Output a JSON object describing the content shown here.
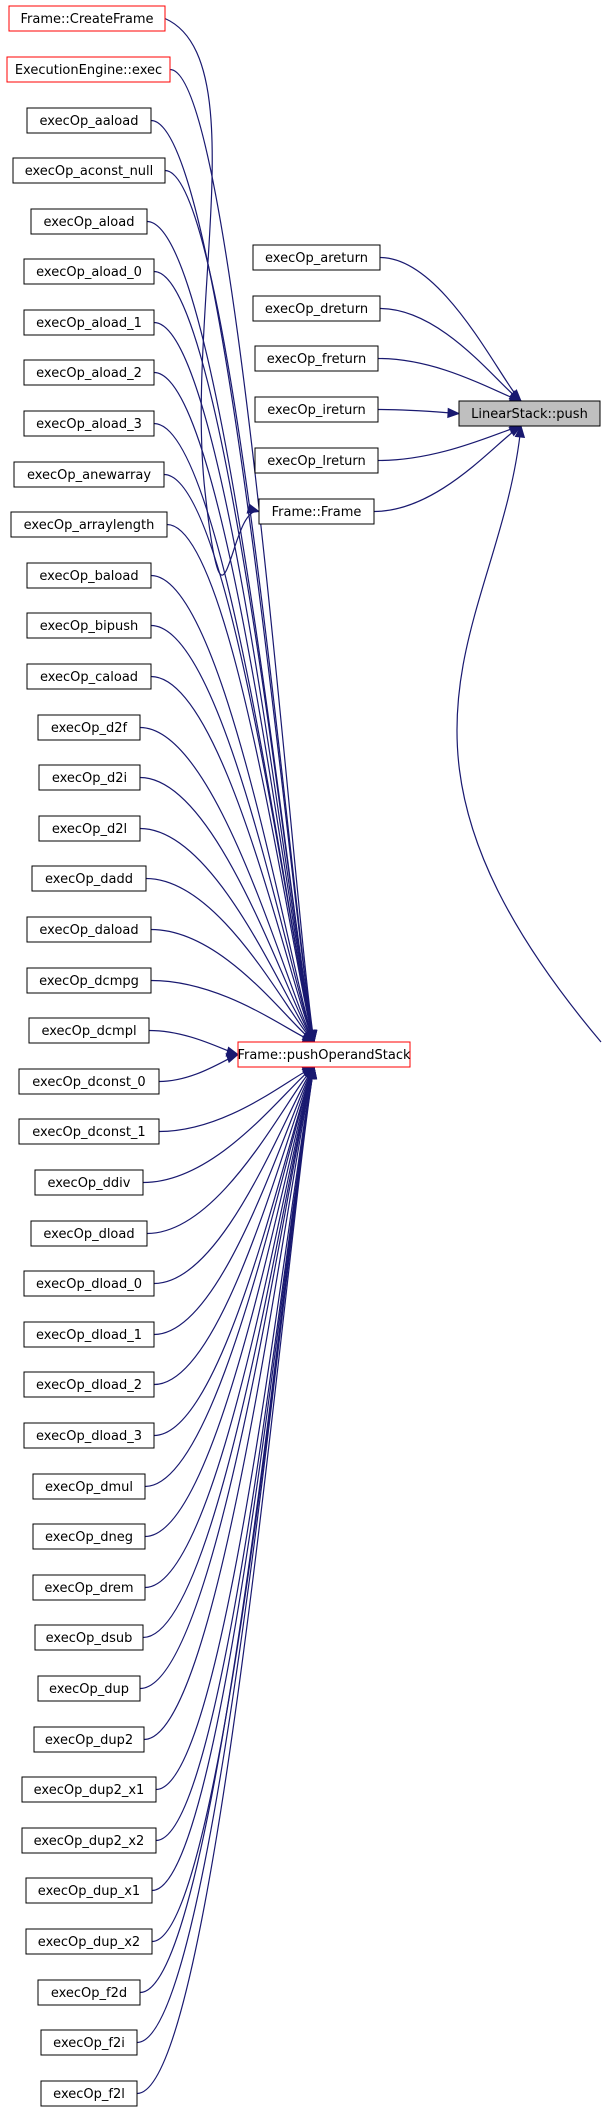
{
  "colors": {
    "edge": "#191970",
    "highlight_border": "#ff0000",
    "target_fill": "#bfbfbf"
  },
  "target": {
    "id": "push",
    "label": "LinearStack::push"
  },
  "nodes": [
    {
      "id": "createframe",
      "label": "Frame::CreateFrame",
      "style": "red"
    },
    {
      "id": "exec",
      "label": "ExecutionEngine::exec",
      "style": "red"
    },
    {
      "id": "aaload",
      "label": "execOp_aaload"
    },
    {
      "id": "aconst_null",
      "label": "execOp_aconst_null"
    },
    {
      "id": "aload",
      "label": "execOp_aload"
    },
    {
      "id": "aload_0",
      "label": "execOp_aload_0"
    },
    {
      "id": "aload_1",
      "label": "execOp_aload_1"
    },
    {
      "id": "aload_2",
      "label": "execOp_aload_2"
    },
    {
      "id": "aload_3",
      "label": "execOp_aload_3"
    },
    {
      "id": "anewarray",
      "label": "execOp_anewarray"
    },
    {
      "id": "arraylength",
      "label": "execOp_arraylength"
    },
    {
      "id": "baload",
      "label": "execOp_baload"
    },
    {
      "id": "bipush",
      "label": "execOp_bipush"
    },
    {
      "id": "caload",
      "label": "execOp_caload"
    },
    {
      "id": "d2f",
      "label": "execOp_d2f"
    },
    {
      "id": "d2i",
      "label": "execOp_d2i"
    },
    {
      "id": "d2l",
      "label": "execOp_d2l"
    },
    {
      "id": "dadd",
      "label": "execOp_dadd"
    },
    {
      "id": "daload",
      "label": "execOp_daload"
    },
    {
      "id": "dcmpg",
      "label": "execOp_dcmpg"
    },
    {
      "id": "dcmpl",
      "label": "execOp_dcmpl"
    },
    {
      "id": "dconst_0",
      "label": "execOp_dconst_0"
    },
    {
      "id": "dconst_1",
      "label": "execOp_dconst_1"
    },
    {
      "id": "ddiv",
      "label": "execOp_ddiv"
    },
    {
      "id": "dload",
      "label": "execOp_dload"
    },
    {
      "id": "dload_0",
      "label": "execOp_dload_0"
    },
    {
      "id": "dload_1",
      "label": "execOp_dload_1"
    },
    {
      "id": "dload_2",
      "label": "execOp_dload_2"
    },
    {
      "id": "dload_3",
      "label": "execOp_dload_3"
    },
    {
      "id": "dmul",
      "label": "execOp_dmul"
    },
    {
      "id": "dneg",
      "label": "execOp_dneg"
    },
    {
      "id": "drem",
      "label": "execOp_drem"
    },
    {
      "id": "dsub",
      "label": "execOp_dsub"
    },
    {
      "id": "dup",
      "label": "execOp_dup"
    },
    {
      "id": "dup2",
      "label": "execOp_dup2"
    },
    {
      "id": "dup2_x1",
      "label": "execOp_dup2_x1"
    },
    {
      "id": "dup2_x2",
      "label": "execOp_dup2_x2"
    },
    {
      "id": "dup_x1",
      "label": "execOp_dup_x1"
    },
    {
      "id": "dup_x2",
      "label": "execOp_dup_x2"
    },
    {
      "id": "f2d",
      "label": "execOp_f2d"
    },
    {
      "id": "f2i",
      "label": "execOp_f2i"
    },
    {
      "id": "f2l",
      "label": "execOp_f2l"
    },
    {
      "id": "areturn",
      "label": "execOp_areturn"
    },
    {
      "id": "dreturn",
      "label": "execOp_dreturn"
    },
    {
      "id": "freturn",
      "label": "execOp_freturn"
    },
    {
      "id": "ireturn",
      "label": "execOp_ireturn"
    },
    {
      "id": "lreturn",
      "label": "execOp_lreturn"
    },
    {
      "id": "frame_ctor",
      "label": "Frame::Frame"
    },
    {
      "id": "pushoperand",
      "label": "Frame::pushOperandStack",
      "style": "red"
    }
  ],
  "edges": [
    [
      "createframe",
      "frame_ctor"
    ],
    [
      "exec",
      "pushoperand"
    ],
    [
      "aaload",
      "pushoperand"
    ],
    [
      "aconst_null",
      "pushoperand"
    ],
    [
      "aload",
      "pushoperand"
    ],
    [
      "aload_0",
      "pushoperand"
    ],
    [
      "aload_1",
      "pushoperand"
    ],
    [
      "aload_2",
      "pushoperand"
    ],
    [
      "aload_3",
      "pushoperand"
    ],
    [
      "anewarray",
      "pushoperand"
    ],
    [
      "arraylength",
      "pushoperand"
    ],
    [
      "baload",
      "pushoperand"
    ],
    [
      "bipush",
      "pushoperand"
    ],
    [
      "caload",
      "pushoperand"
    ],
    [
      "d2f",
      "pushoperand"
    ],
    [
      "d2i",
      "pushoperand"
    ],
    [
      "d2l",
      "pushoperand"
    ],
    [
      "dadd",
      "pushoperand"
    ],
    [
      "daload",
      "pushoperand"
    ],
    [
      "dcmpg",
      "pushoperand"
    ],
    [
      "dcmpl",
      "pushoperand"
    ],
    [
      "dconst_0",
      "pushoperand"
    ],
    [
      "dconst_1",
      "pushoperand"
    ],
    [
      "ddiv",
      "pushoperand"
    ],
    [
      "dload",
      "pushoperand"
    ],
    [
      "dload_0",
      "pushoperand"
    ],
    [
      "dload_1",
      "pushoperand"
    ],
    [
      "dload_2",
      "pushoperand"
    ],
    [
      "dload_3",
      "pushoperand"
    ],
    [
      "dmul",
      "pushoperand"
    ],
    [
      "dneg",
      "pushoperand"
    ],
    [
      "drem",
      "pushoperand"
    ],
    [
      "dsub",
      "pushoperand"
    ],
    [
      "dup",
      "pushoperand"
    ],
    [
      "dup2",
      "pushoperand"
    ],
    [
      "dup2_x1",
      "pushoperand"
    ],
    [
      "dup2_x2",
      "pushoperand"
    ],
    [
      "dup_x1",
      "pushoperand"
    ],
    [
      "dup_x2",
      "pushoperand"
    ],
    [
      "f2d",
      "pushoperand"
    ],
    [
      "f2i",
      "pushoperand"
    ],
    [
      "f2l",
      "pushoperand"
    ],
    [
      "areturn",
      "push"
    ],
    [
      "dreturn",
      "push"
    ],
    [
      "freturn",
      "push"
    ],
    [
      "ireturn",
      "push"
    ],
    [
      "lreturn",
      "push"
    ],
    [
      "frame_ctor",
      "push"
    ],
    [
      "pushoperand",
      "push"
    ]
  ]
}
